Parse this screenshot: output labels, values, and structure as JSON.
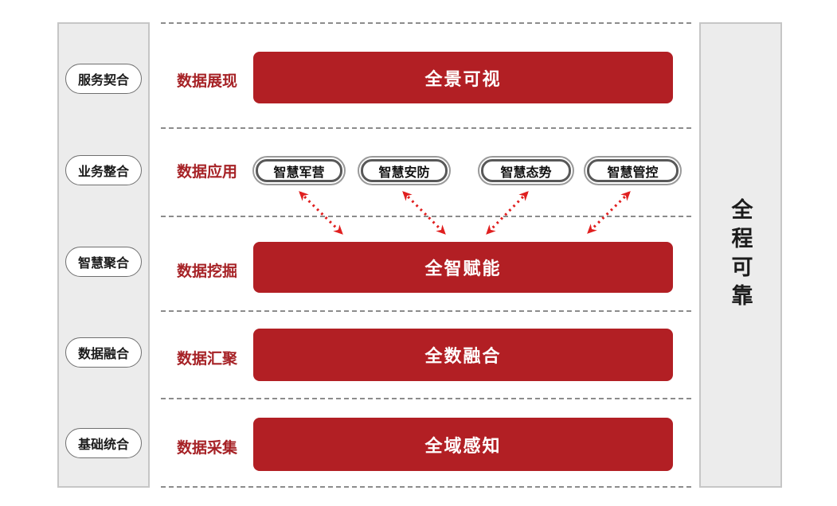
{
  "left_panel": {
    "items": [
      {
        "label": "服务契合"
      },
      {
        "label": "业务整合"
      },
      {
        "label": "智慧聚合"
      },
      {
        "label": "数据融合"
      },
      {
        "label": "基础统合"
      }
    ]
  },
  "right_panel": {
    "label": "全程可靠"
  },
  "rows": [
    {
      "label": "数据展现",
      "bar": "全景可视"
    },
    {
      "label": "数据应用",
      "buttons": [
        {
          "label": "智慧军营"
        },
        {
          "label": "智慧安防"
        },
        {
          "label": "智慧态势"
        },
        {
          "label": "智慧管控"
        }
      ]
    },
    {
      "label": "数据挖掘",
      "bar": "全智赋能"
    },
    {
      "label": "数据汇聚",
      "bar": "全数融合"
    },
    {
      "label": "数据采集",
      "bar": "全域感知"
    }
  ],
  "connections": [
    {
      "from": "智慧军营",
      "to": "全智赋能",
      "type": "double-arrow"
    },
    {
      "from": "智慧安防",
      "to": "全智赋能",
      "type": "double-arrow"
    },
    {
      "from": "智慧态势",
      "to": "全智赋能",
      "type": "double-arrow"
    },
    {
      "from": "智慧管控",
      "to": "全智赋能",
      "type": "double-arrow"
    }
  ],
  "colors": {
    "bar_red": "#b21f24",
    "label_red": "#a62226",
    "arrow_red": "#e01f1f",
    "panel_bg": "#ececec",
    "panel_border": "#c6c6c6",
    "dotted_line": "#8c8c8c"
  }
}
